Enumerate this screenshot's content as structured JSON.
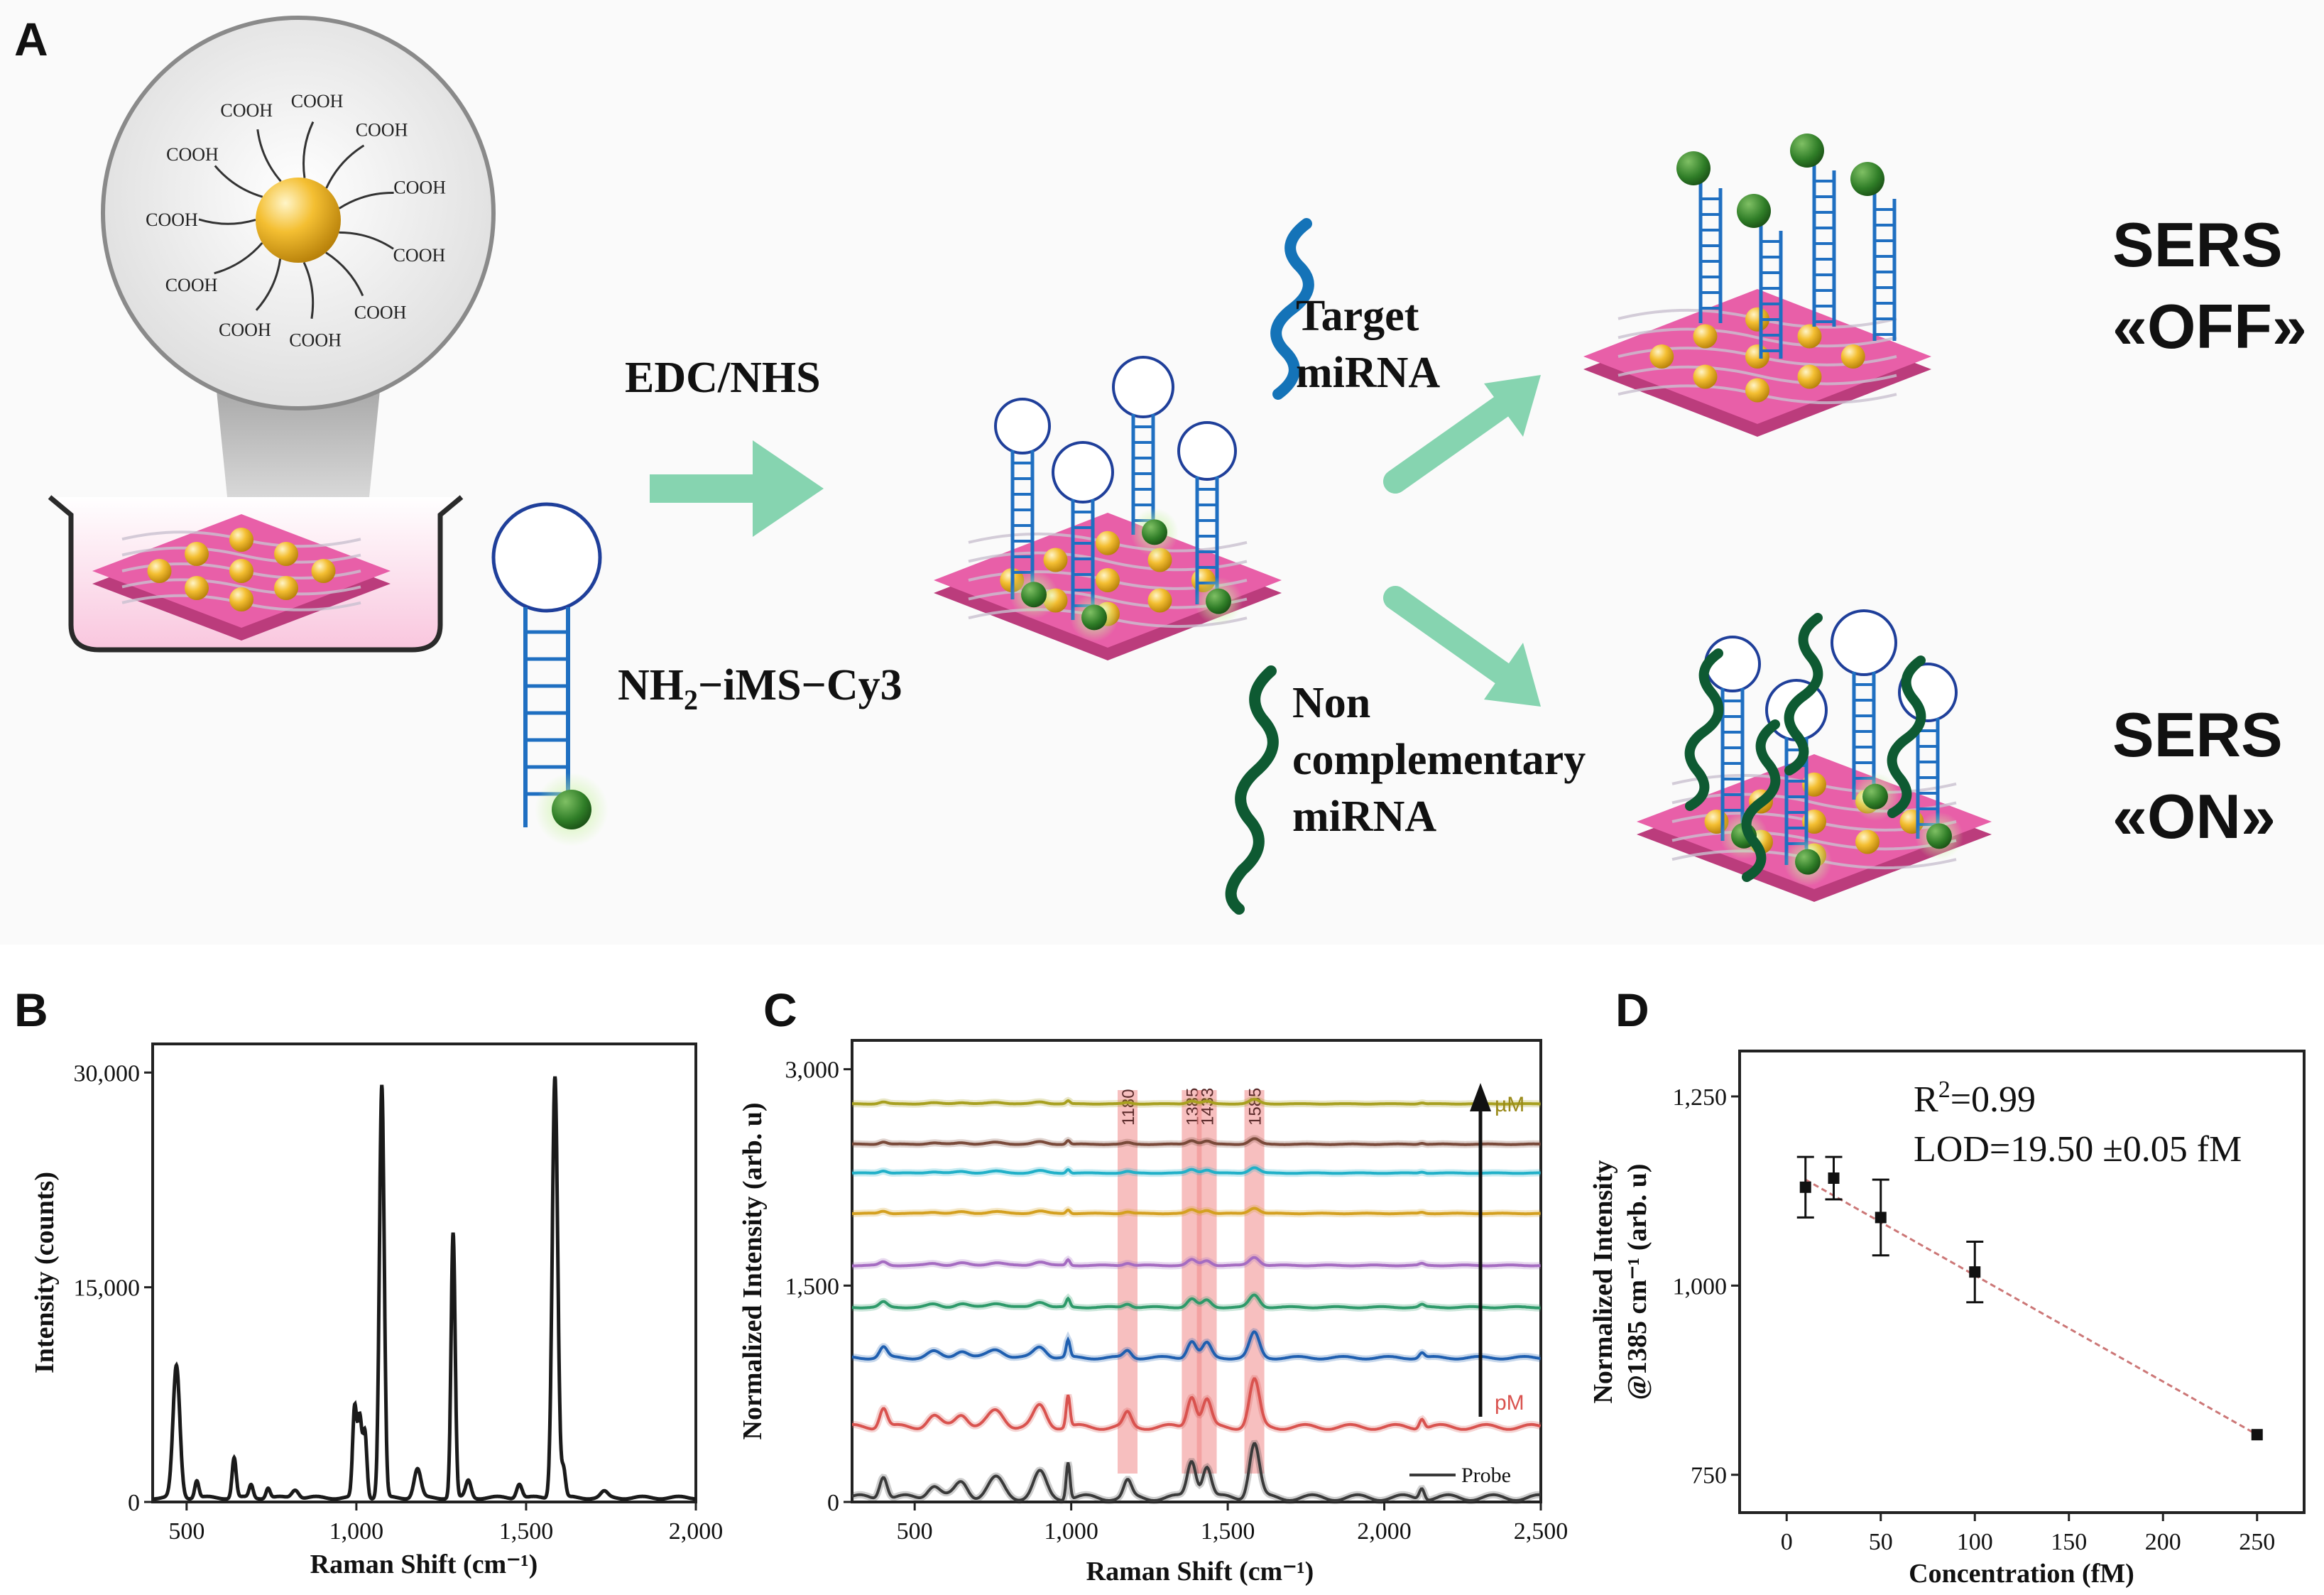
{
  "panels": {
    "a": "A",
    "b": "B",
    "c": "C",
    "d": "D"
  },
  "scheme": {
    "cooh": "COOH",
    "reagent": "EDC/NHS",
    "probe_main": "NH",
    "probe_sub": "2",
    "probe_rest": "−iMS−Cy3",
    "target_line1": "Target",
    "target_line2": "miRNA",
    "noncomp_line1": "Non",
    "noncomp_line2": "complementary",
    "noncomp_line3": "miRNA",
    "sers_off_1": "SERS",
    "sers_off_2": "«OFF»",
    "sers_on_1": "SERS",
    "sers_on_2": "«ON»",
    "colors": {
      "substrate": "#e85fa8",
      "hairpin": "#1f6fc1",
      "arrow": "#86d4b0",
      "target": "#1473b8",
      "noncomp": "#0e5a32",
      "dye": "#2f7d27",
      "gold": "#f0b42c"
    }
  },
  "chart_data": [
    {
      "type": "line",
      "panel": "B",
      "xlabel": "Raman Shift (cm⁻¹)",
      "ylabel": "Intensity (counts)",
      "xlim": [
        400,
        2000
      ],
      "ylim": [
        0,
        32000
      ],
      "xticks": [
        "500",
        "1,000",
        "1,500",
        "2,000"
      ],
      "yticks": [
        "0",
        "15,000",
        "30,000"
      ],
      "xtick_values": [
        500,
        1000,
        1500,
        2000
      ],
      "ytick_values": [
        0,
        15000,
        30000
      ],
      "peaks": [
        {
          "x": 470,
          "y": 9200,
          "w": 10
        },
        {
          "x": 530,
          "y": 1200,
          "w": 6
        },
        {
          "x": 640,
          "y": 2800,
          "w": 6
        },
        {
          "x": 690,
          "y": 900,
          "w": 6
        },
        {
          "x": 740,
          "y": 700,
          "w": 6
        },
        {
          "x": 820,
          "y": 600,
          "w": 10
        },
        {
          "x": 995,
          "y": 6200,
          "w": 6
        },
        {
          "x": 1010,
          "y": 5400,
          "w": 6
        },
        {
          "x": 1025,
          "y": 4600,
          "w": 6
        },
        {
          "x": 1075,
          "y": 28800,
          "w": 7
        },
        {
          "x": 1180,
          "y": 2000,
          "w": 10
        },
        {
          "x": 1285,
          "y": 18500,
          "w": 6
        },
        {
          "x": 1330,
          "y": 1200,
          "w": 8
        },
        {
          "x": 1480,
          "y": 1000,
          "w": 8
        },
        {
          "x": 1585,
          "y": 29500,
          "w": 8
        },
        {
          "x": 1610,
          "y": 2000,
          "w": 6
        },
        {
          "x": 1730,
          "y": 400,
          "w": 10
        }
      ],
      "baseline": 300
    },
    {
      "type": "line",
      "panel": "C",
      "xlabel": "Raman Shift (cm⁻¹)",
      "ylabel": "Normalized Intensity (arb. u)",
      "xlim": [
        300,
        2500
      ],
      "ylim": [
        0,
        3200
      ],
      "xticks": [
        "500",
        "1,000",
        "1,500",
        "2,000",
        "2,500"
      ],
      "yticks": [
        "0",
        "1,500",
        "3,000"
      ],
      "xtick_values": [
        500,
        1000,
        1500,
        2000,
        2500
      ],
      "ytick_values": [
        0,
        1500,
        3000
      ],
      "highlight_bands": [
        "1180",
        "1385",
        "1433",
        "1585"
      ],
      "highlight_values": [
        1180,
        1385,
        1433,
        1585
      ],
      "arrow_top": "µM",
      "arrow_bottom": "pM",
      "legend": "Probe",
      "series": [
        {
          "name": "Probe",
          "offset": 30,
          "scale": 1.0,
          "color": "#3a3a3a"
        },
        {
          "offset": 520,
          "scale": 0.85,
          "color": "#d9534f"
        },
        {
          "offset": 1000,
          "scale": 0.45,
          "color": "#1f5fb0"
        },
        {
          "offset": 1350,
          "scale": 0.22,
          "color": "#2e9a6a"
        },
        {
          "offset": 1640,
          "scale": 0.15,
          "color": "#a56cc1"
        },
        {
          "offset": 2000,
          "scale": 0.1,
          "color": "#d4a020"
        },
        {
          "offset": 2280,
          "scale": 0.1,
          "color": "#21b0c8"
        },
        {
          "offset": 2480,
          "scale": 0.1,
          "color": "#7a4a3a"
        },
        {
          "offset": 2760,
          "scale": 0.08,
          "color": "#a8a020"
        }
      ]
    },
    {
      "type": "scatter",
      "panel": "D",
      "xlabel": "Concentration (fM)",
      "ylabel_line1": "Normalized Intensity",
      "ylabel_line2": "@1385 cm⁻¹ (arb. u)",
      "xlim": [
        -25,
        275
      ],
      "ylim": [
        700,
        1310
      ],
      "xticks": [
        "0",
        "50",
        "100",
        "150",
        "200",
        "250"
      ],
      "yticks": [
        "750",
        "1,000",
        "1,250"
      ],
      "xtick_values": [
        0,
        50,
        100,
        150,
        200,
        250
      ],
      "ytick_values": [
        750,
        1000,
        1250
      ],
      "points": [
        {
          "x": 10,
          "y": 1130,
          "err": 40
        },
        {
          "x": 25,
          "y": 1142,
          "err": 28
        },
        {
          "x": 50,
          "y": 1090,
          "err": 50
        },
        {
          "x": 100,
          "y": 1018,
          "err": 40
        },
        {
          "x": 250,
          "y": 803,
          "err": 0
        }
      ],
      "fit": {
        "x": [
          10,
          250
        ],
        "y": [
          1140,
          803
        ]
      },
      "r2_main": "R",
      "r2_sup": "2",
      "r2_value": "=0.99",
      "lod": "LOD=19.50 ±0.05 fM"
    }
  ]
}
